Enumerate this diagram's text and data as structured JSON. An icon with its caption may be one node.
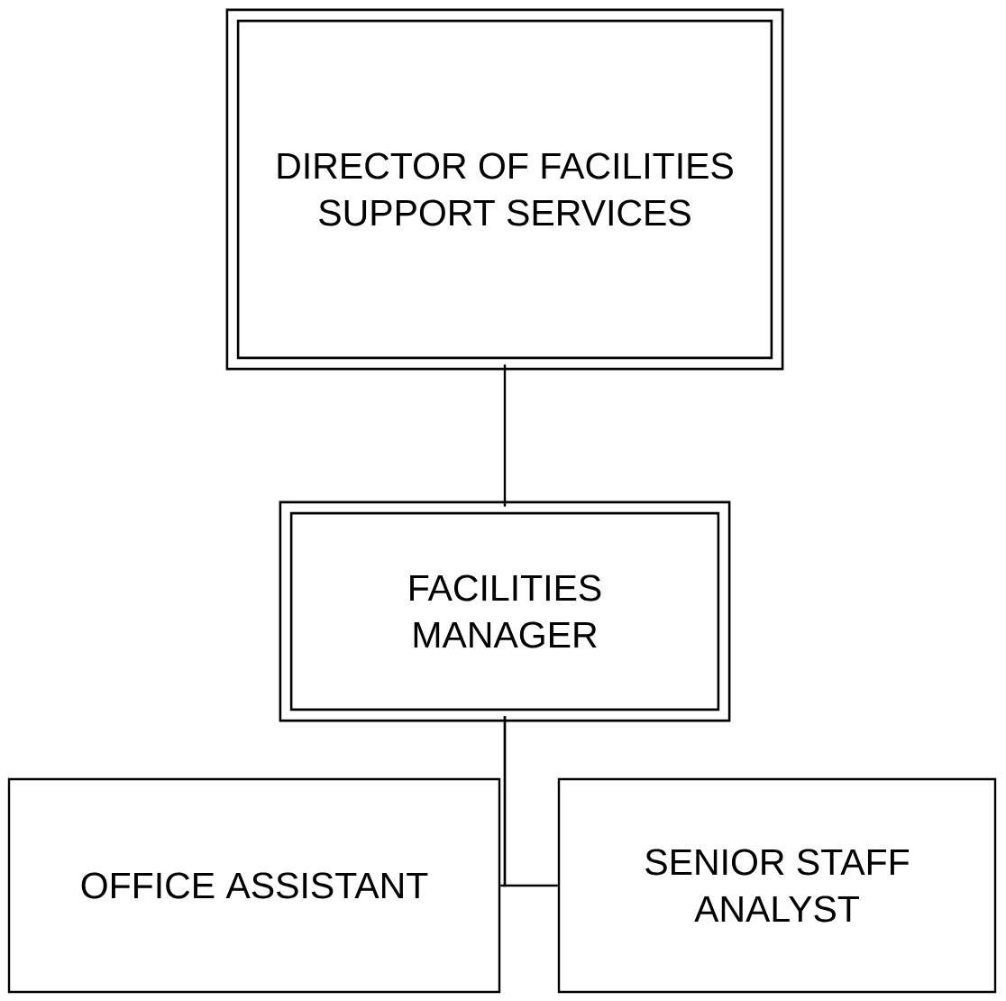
{
  "diagram": {
    "nodes": [
      {
        "text": [
          "DIRECTOR OF FACILITIES SUPPORT SERVICES"
        ]
      },
      {
        "text": [
          "FACILITIES MANAGER"
        ]
      },
      {
        "text": [
          "OFFICE ASSISTANT"
        ]
      },
      {
        "text": [
          "SENIOR STAFF ANALYST"
        ]
      }
    ],
    "edges": [
      {
        "from": 0,
        "to": 1,
        "arrow": "none"
      },
      {
        "from": 1,
        "to": 2,
        "arrow": "none"
      },
      {
        "from": 1,
        "to": 3,
        "arrow": "none"
      }
    ]
  }
}
